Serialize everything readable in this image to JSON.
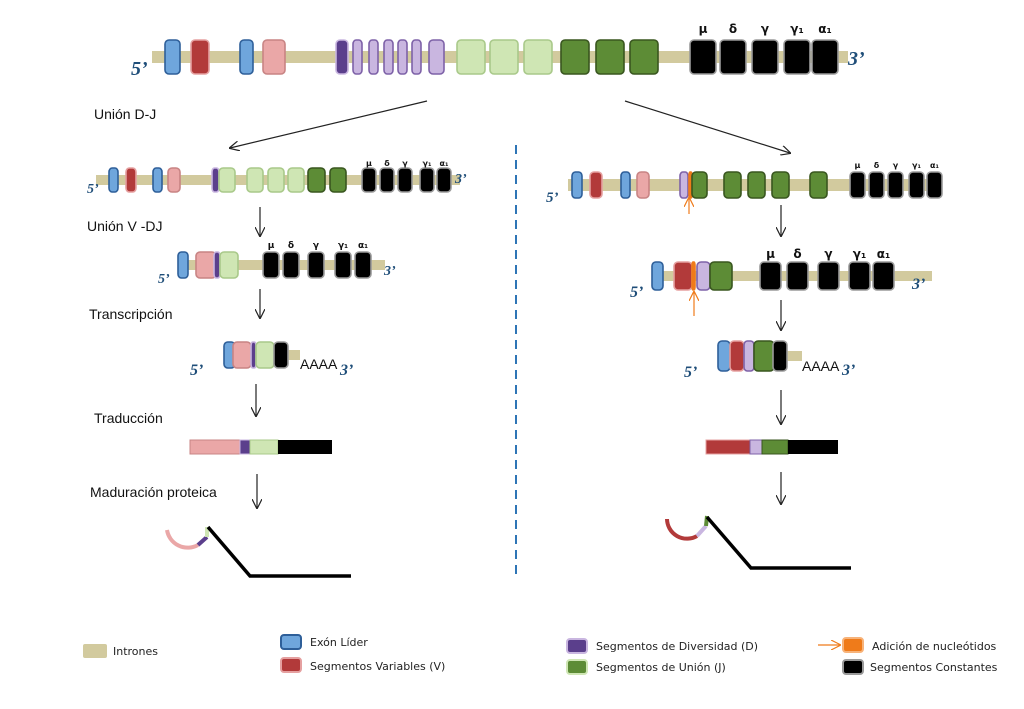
{
  "colors": {
    "intron": "#d2ca9e",
    "leader": "#6fa6dc",
    "variable": "#b23a3a",
    "variable_light": "#eaa7a7",
    "diversity": "#5b3f8c",
    "diversity_light": "#c9b6e0",
    "joining": "#5d8c36",
    "joining_light": "#cfe6b4",
    "constant": "#000000",
    "nucleotide_add": "#ef7b1a",
    "dashed": "#2e75b6"
  },
  "constant_letters": [
    "μ",
    "δ",
    "γ",
    "γ₁",
    "α₁"
  ],
  "steps": {
    "dj_join": "Unión D-J",
    "vdj_join": "Unión V -DJ",
    "transcription": "Transcripción",
    "translation": "Traducción",
    "maturation": "Maduración proteica"
  },
  "ends": {
    "five": "5’",
    "three": "3’"
  },
  "poly_a": "AAAA",
  "legend": {
    "introns": "Intrones",
    "leader": "Exón Líder",
    "variable": "Segmentos Variables (V)",
    "diversity": "Segmentos de Diversidad (D)",
    "joining": "Segmentos de Unión (J)",
    "nucleotides": "Adición de nucleótidos",
    "constant": "Segmentos Constantes"
  }
}
